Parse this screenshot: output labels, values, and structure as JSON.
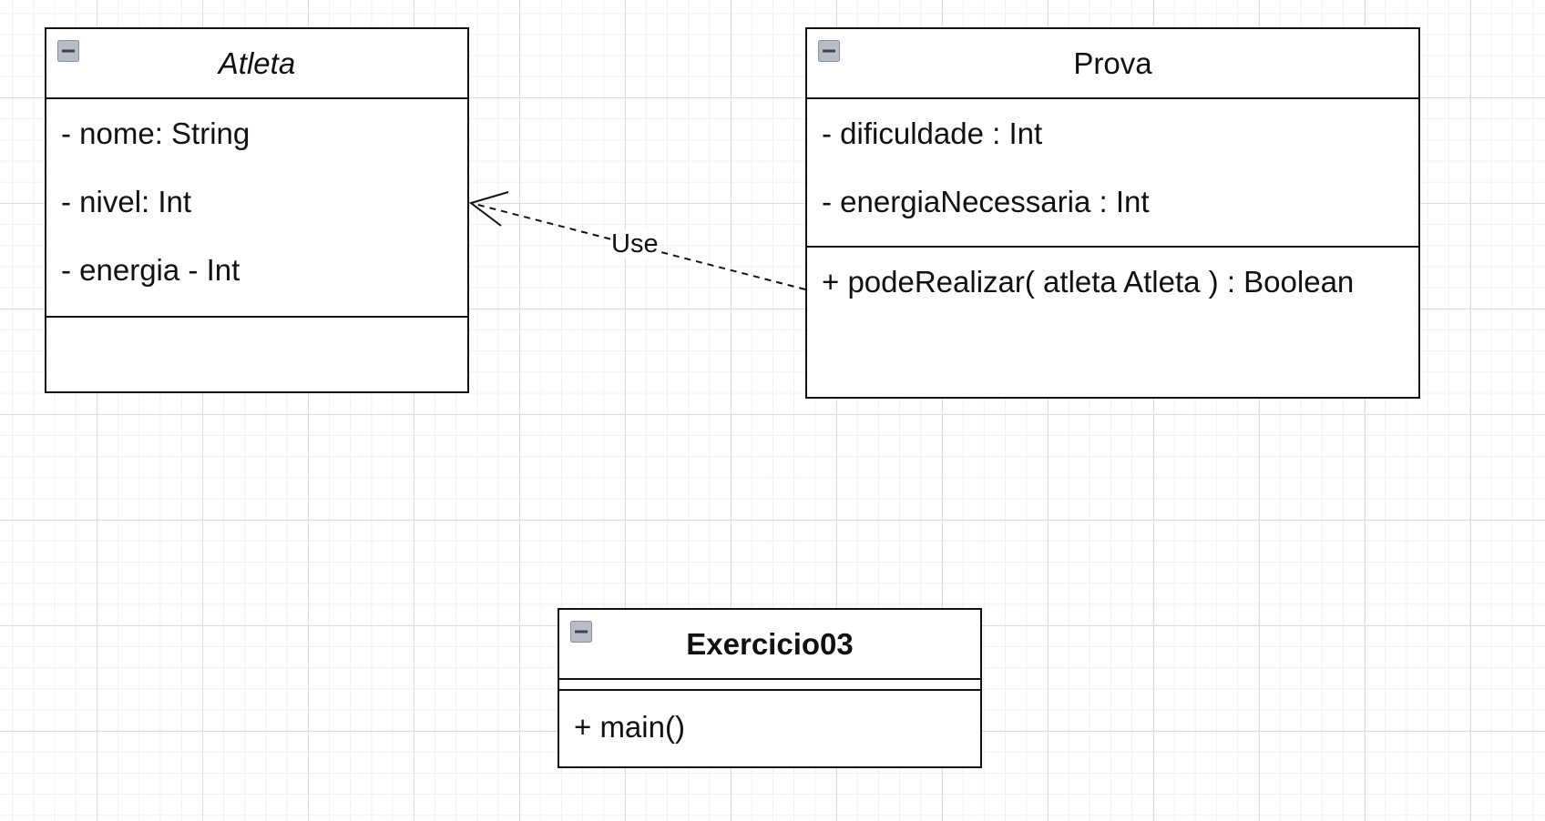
{
  "classes": {
    "atleta": {
      "name": "Atleta",
      "attributes": [
        "- nome: String",
        "- nivel: Int",
        "- energia - Int"
      ],
      "methods": []
    },
    "prova": {
      "name": "Prova",
      "attributes": [
        "- dificuldade : Int",
        "- energiaNecessaria : Int"
      ],
      "methods": [
        "+ podeRealizar( atleta Atleta ) : Boolean"
      ]
    },
    "exercicio03": {
      "name": "Exercicio03",
      "attributes": [],
      "methods": [
        "+ main()"
      ]
    }
  },
  "relations": [
    {
      "from": "Prova",
      "to": "Atleta",
      "type": "dependency",
      "label": "Use"
    }
  ]
}
